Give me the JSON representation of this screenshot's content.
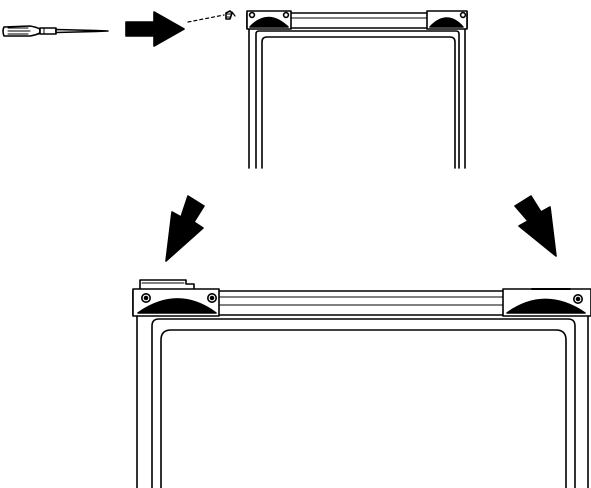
{
  "diagram": {
    "ink_color": "#000000",
    "paper_color": "#ffffff",
    "steps": [
      {
        "id": "remove-screw",
        "icon": "screwdriver-icon"
      },
      {
        "id": "push-arrow",
        "icon": "arrow-right-icon"
      },
      {
        "id": "screw",
        "icon": "screw-icon"
      },
      {
        "id": "down-arrow-left",
        "icon": "arrow-down-icon"
      },
      {
        "id": "down-arrow-right",
        "icon": "arrow-down-icon"
      }
    ]
  }
}
